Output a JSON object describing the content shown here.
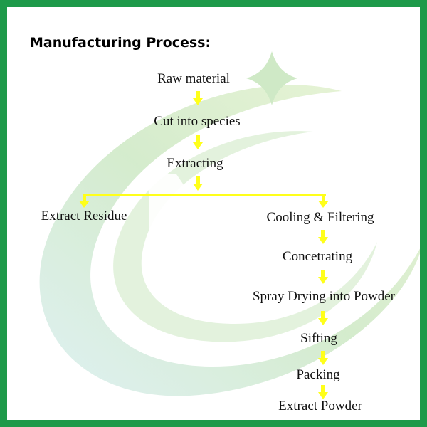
{
  "title": "Manufacturing Process:",
  "steps": {
    "raw_material": "Raw material",
    "cut": "Cut into species",
    "extracting": "Extracting",
    "residue": "Extract Residue",
    "cooling": "Cooling & Filtering",
    "concentrating": "Concetrating",
    "spray": "Spray Drying into Powder",
    "sifting": "Sifting",
    "packing": "Packing",
    "powder": "Extract Powder"
  },
  "colors": {
    "frame": "#1e9a4a",
    "arrow": "#ffff1a",
    "watermark": "#cfe9c6"
  }
}
